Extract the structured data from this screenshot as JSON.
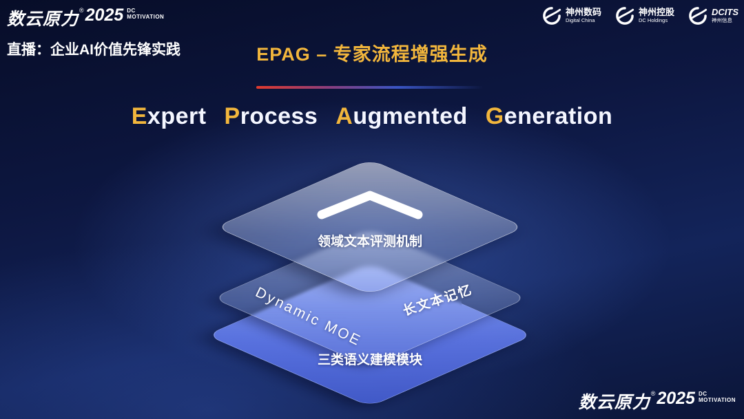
{
  "brand": {
    "name": "数云原力",
    "reg": "®",
    "year": "2025",
    "tagline_line1": "DC",
    "tagline_line2": "MOTIVATION"
  },
  "header": {
    "live_label": "直播：企业AI价值先锋实践",
    "page_title": "EPAG – 专家流程增强生成",
    "partners": [
      {
        "name": "神州数码",
        "subtitle": "Digital China"
      },
      {
        "name": "神州控股",
        "subtitle": "DC Holdings"
      },
      {
        "name": "DCITS",
        "subtitle": "神州信息"
      }
    ]
  },
  "headline": {
    "words": [
      {
        "initial": "E",
        "rest": "xpert"
      },
      {
        "initial": "P",
        "rest": "rocess"
      },
      {
        "initial": "A",
        "rest": "ugmented"
      },
      {
        "initial": "G",
        "rest": "eneration"
      }
    ]
  },
  "diagram": {
    "type": "layer-stack",
    "layers": [
      {
        "id": "top",
        "label": "领域文本评测机制",
        "icon": "chevron-up-icon"
      },
      {
        "id": "middle",
        "label_left": "Dynamic MOE",
        "label_right": "长文本记忆"
      },
      {
        "id": "bottom",
        "label": "三类语义建模模块"
      }
    ]
  },
  "colors": {
    "gold": "#f2b63c",
    "background_dark": "#0b1538",
    "background_glow": "#5580eb",
    "layer_blue": "#5f78eb",
    "line_gradient_start": "#e23a2d",
    "line_gradient_end": "#1c53c8"
  }
}
